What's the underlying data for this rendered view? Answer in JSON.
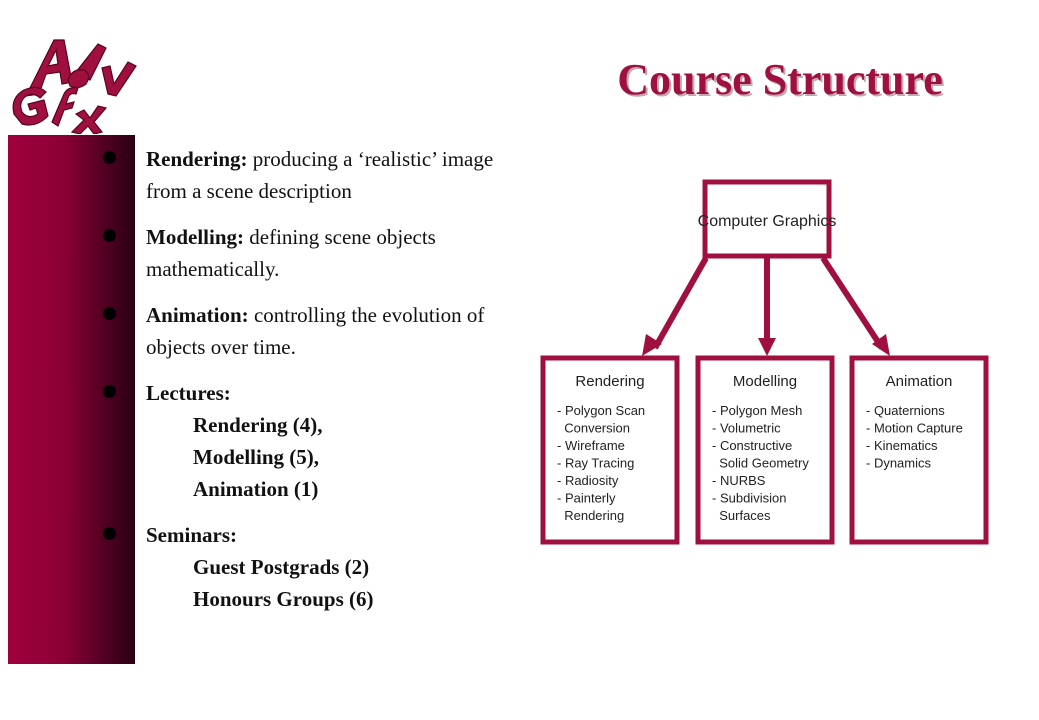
{
  "logo": {
    "text": "AdvGfx"
  },
  "title": "Course Structure",
  "bullets": [
    {
      "term": "Rendering:",
      "text": " producing a ‘realistic’ image from a scene description"
    },
    {
      "term": "Modelling:",
      "text": " defining scene objects mathematically."
    },
    {
      "term": "Animation:",
      "text": " controlling the evolution of objects over time."
    },
    {
      "term": "Lectures:",
      "subs": [
        "Rendering (4),",
        "Modelling (5),",
        "Animation (1)"
      ]
    },
    {
      "term": "Seminars:",
      "subs": [
        "Guest Postgrads (2)",
        "Honours Groups (6)"
      ]
    }
  ],
  "diagram": {
    "root": "Computer Graphics",
    "children": [
      {
        "title": "Rendering",
        "items": [
          "- Polygon Scan",
          "  Conversion",
          "- Wireframe",
          "- Ray Tracing",
          "- Radiosity",
          "- Painterly",
          "  Rendering"
        ]
      },
      {
        "title": "Modelling",
        "items": [
          "- Polygon Mesh",
          "- Volumetric",
          "- Constructive",
          "  Solid Geometry",
          "- NURBS",
          "- Subdivision",
          "  Surfaces"
        ]
      },
      {
        "title": "Animation",
        "items": [
          "- Quaternions",
          "- Motion Capture",
          "- Kinematics",
          "- Dynamics"
        ]
      }
    ]
  },
  "colors": {
    "accent": "#a0103e",
    "bar": "#8a0034"
  }
}
